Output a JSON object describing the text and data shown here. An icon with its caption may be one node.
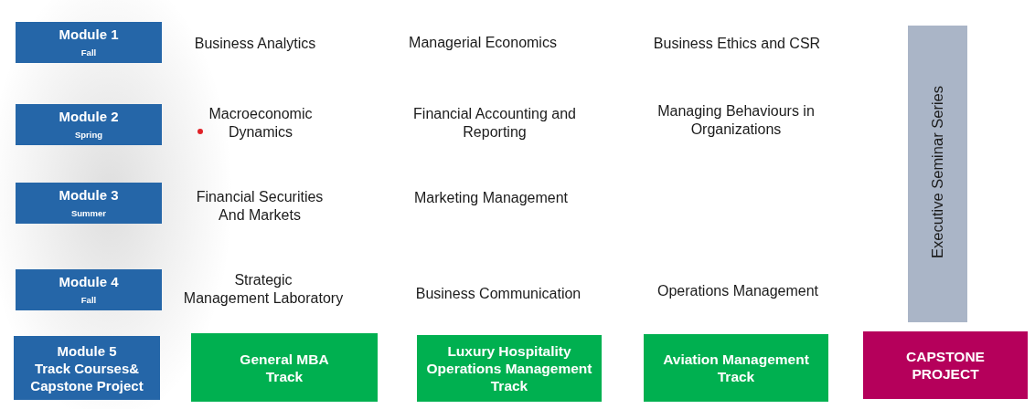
{
  "diagram": {
    "nodes": [
      {
        "text": [
          "Module 1",
          "Fall"
        ]
      },
      {
        "text": [
          "Executive Seminar Series"
        ]
      },
      {
        "text": [
          "Module 2",
          "Spring"
        ]
      },
      {
        "text": [
          "Module 3",
          "Summer"
        ]
      },
      {
        "text": [
          "Module 4",
          "Fall"
        ]
      },
      {
        "text": [
          "Module 5",
          "Track Courses& Capstone Project"
        ]
      },
      {
        "text": [
          "General MBA Track"
        ]
      },
      {
        "text": [
          "Luxury Hospitality Operations Management Track"
        ]
      },
      {
        "text": [
          "Aviation Management Track"
        ]
      },
      {
        "text": [
          "CAPSTONE PROJECT"
        ]
      }
    ],
    "labels": [
      "Business Analytics",
      "Managerial Economics",
      "Business Ethics and CSR",
      "Macroeconomic Dynamics",
      "Financial Accounting and Reporting",
      "Managing Behaviours in Organizations",
      "Financial Securities And Markets",
      "Marketing Management",
      "Strategic Management Laboratory",
      "Business Communication",
      "Operations Management"
    ]
  }
}
